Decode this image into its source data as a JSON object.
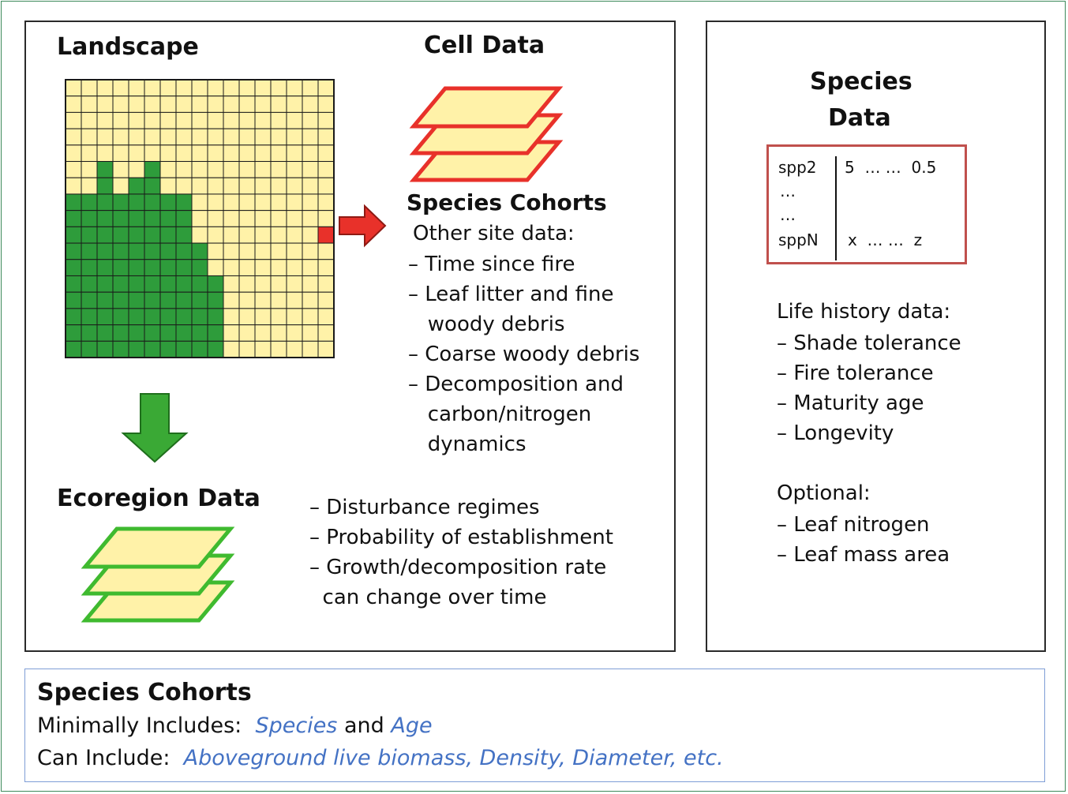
{
  "landscape": {
    "title": "Landscape",
    "grid_cols": 17,
    "grid_rows": 17,
    "green_cells": [
      [
        5,
        2
      ],
      [
        5,
        5
      ],
      [
        6,
        2
      ],
      [
        6,
        4
      ],
      [
        6,
        5
      ],
      [
        7,
        0
      ],
      [
        7,
        1
      ],
      [
        7,
        2
      ],
      [
        7,
        3
      ],
      [
        7,
        4
      ],
      [
        7,
        5
      ],
      [
        7,
        6
      ],
      [
        7,
        7
      ],
      [
        8,
        0
      ],
      [
        8,
        1
      ],
      [
        8,
        2
      ],
      [
        8,
        3
      ],
      [
        8,
        4
      ],
      [
        8,
        5
      ],
      [
        8,
        6
      ],
      [
        8,
        7
      ],
      [
        9,
        0
      ],
      [
        9,
        1
      ],
      [
        9,
        2
      ],
      [
        9,
        3
      ],
      [
        9,
        4
      ],
      [
        9,
        5
      ],
      [
        9,
        6
      ],
      [
        9,
        7
      ],
      [
        10,
        0
      ],
      [
        10,
        1
      ],
      [
        10,
        2
      ],
      [
        10,
        3
      ],
      [
        10,
        4
      ],
      [
        10,
        5
      ],
      [
        10,
        6
      ],
      [
        10,
        7
      ],
      [
        10,
        8
      ],
      [
        11,
        0
      ],
      [
        11,
        1
      ],
      [
        11,
        2
      ],
      [
        11,
        3
      ],
      [
        11,
        4
      ],
      [
        11,
        5
      ],
      [
        11,
        6
      ],
      [
        11,
        7
      ],
      [
        11,
        8
      ],
      [
        12,
        0
      ],
      [
        12,
        1
      ],
      [
        12,
        2
      ],
      [
        12,
        3
      ],
      [
        12,
        4
      ],
      [
        12,
        5
      ],
      [
        12,
        6
      ],
      [
        12,
        7
      ],
      [
        12,
        8
      ],
      [
        12,
        9
      ],
      [
        13,
        0
      ],
      [
        13,
        1
      ],
      [
        13,
        2
      ],
      [
        13,
        3
      ],
      [
        13,
        4
      ],
      [
        13,
        5
      ],
      [
        13,
        6
      ],
      [
        13,
        7
      ],
      [
        13,
        8
      ],
      [
        13,
        9
      ],
      [
        14,
        0
      ],
      [
        14,
        1
      ],
      [
        14,
        2
      ],
      [
        14,
        3
      ],
      [
        14,
        4
      ],
      [
        14,
        5
      ],
      [
        14,
        6
      ],
      [
        14,
        7
      ],
      [
        14,
        8
      ],
      [
        14,
        9
      ],
      [
        15,
        0
      ],
      [
        15,
        1
      ],
      [
        15,
        2
      ],
      [
        15,
        3
      ],
      [
        15,
        4
      ],
      [
        15,
        5
      ],
      [
        15,
        6
      ],
      [
        15,
        7
      ],
      [
        15,
        8
      ],
      [
        15,
        9
      ],
      [
        16,
        0
      ],
      [
        16,
        1
      ],
      [
        16,
        2
      ],
      [
        16,
        3
      ],
      [
        16,
        4
      ],
      [
        16,
        5
      ],
      [
        16,
        6
      ],
      [
        16,
        7
      ],
      [
        16,
        8
      ],
      [
        16,
        9
      ]
    ],
    "highlight_cell": [
      9,
      16
    ]
  },
  "cell_data": {
    "title": "Cell Data",
    "species_cohorts": "Species Cohorts",
    "other_site_data": "Other site data:",
    "items": [
      "– Time since fire",
      "– Leaf litter and fine",
      "   woody debris",
      "– Coarse woody debris",
      "– Decomposition and",
      "   carbon/nitrogen",
      "   dynamics"
    ]
  },
  "ecoregion": {
    "title": "Ecoregion Data",
    "items": [
      "– Disturbance regimes",
      "– Probability of establishment",
      "– Growth/decomposition rate",
      "  can change over time"
    ]
  },
  "species_data": {
    "title_line1": "Species",
    "title_line2": "Data",
    "table": {
      "row1_name": "spp2",
      "row1_values": "5  … …  0.5",
      "ellipsis1": "…",
      "ellipsis2": "…",
      "rowN_name": "sppN",
      "rowN_values": "x  … …  z"
    },
    "life_history_title": "Life history data:",
    "life_history_items": [
      "– Shade tolerance",
      "– Fire tolerance",
      "– Maturity age",
      "– Longevity"
    ],
    "optional_title": "Optional:",
    "optional_items": [
      "– Leaf nitrogen",
      "– Leaf mass area"
    ]
  },
  "cohorts_box": {
    "title": "Species Cohorts",
    "min_label": "Minimally Includes:",
    "min_species": "Species",
    "min_and": "and",
    "min_age": "Age",
    "can_label": "Can Include:",
    "can_values": "Aboveground live biomass, Density, Diameter, etc."
  },
  "colors": {
    "yellow": "#fff2a8",
    "green": "#2e9c3b",
    "red": "#e8312a",
    "arrow_green": "#3aa935",
    "layer_red_border": "#e8312a",
    "layer_green_border": "#3fba2f",
    "blue_text": "#4472c4"
  }
}
